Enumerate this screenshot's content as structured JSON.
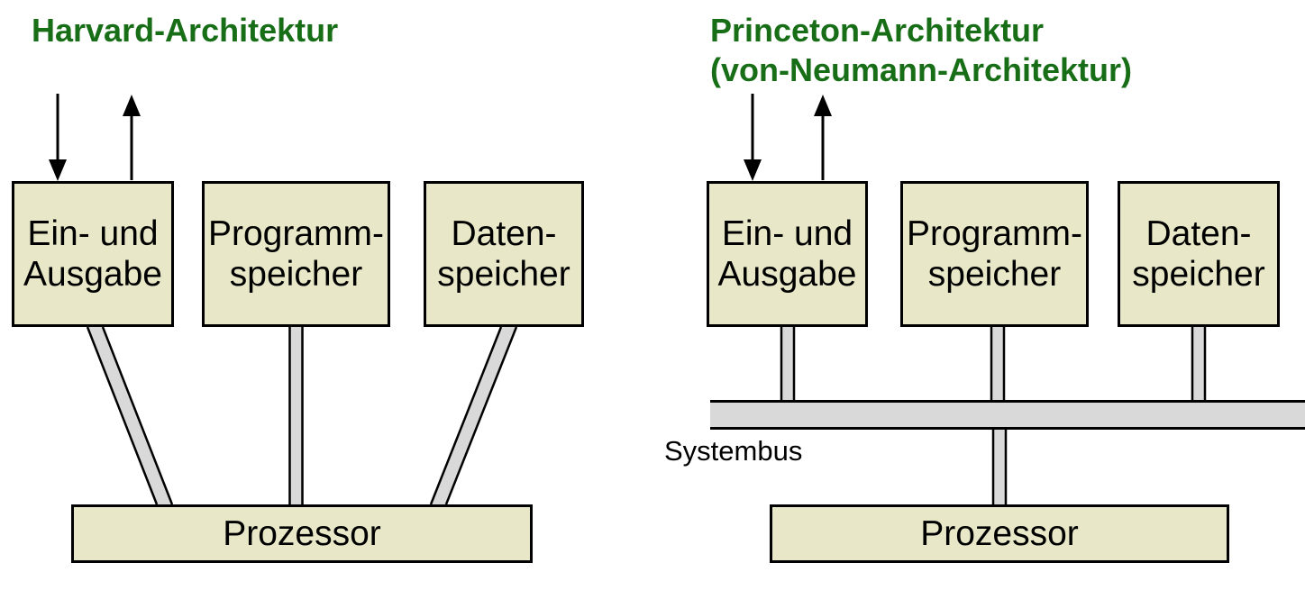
{
  "colors": {
    "title_green": "#176e17",
    "box_fill": "#e8e8c8",
    "bus_fill": "#d9d9d9",
    "outline": "#000000"
  },
  "harvard": {
    "title": "Harvard-Architektur",
    "boxes": [
      {
        "lines": [
          "Ein- und",
          "Ausgabe"
        ]
      },
      {
        "lines": [
          "Programm-",
          "speicher"
        ]
      },
      {
        "lines": [
          "Daten-",
          "speicher"
        ]
      }
    ],
    "processor": "Prozessor"
  },
  "princeton": {
    "title_lines": [
      "Princeton-Architektur",
      "(von-Neumann-Architektur)"
    ],
    "boxes": [
      {
        "lines": [
          "Ein- und",
          "Ausgabe"
        ]
      },
      {
        "lines": [
          "Programm-",
          "speicher"
        ]
      },
      {
        "lines": [
          "Daten-",
          "speicher"
        ]
      }
    ],
    "bus_label": "Systembus",
    "processor": "Prozessor"
  }
}
